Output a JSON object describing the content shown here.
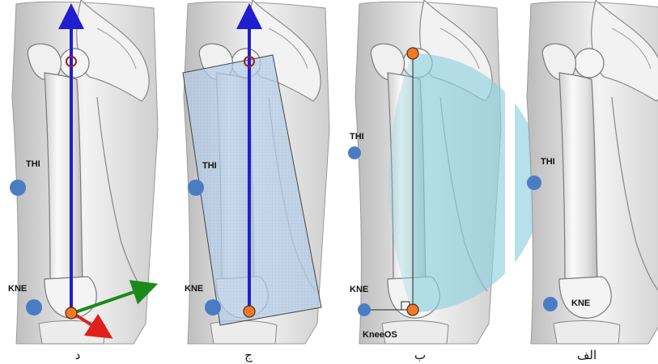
{
  "panels": [
    {
      "id": "d",
      "caption": "د",
      "labels": {
        "thi": "THI",
        "kne": "KNE"
      }
    },
    {
      "id": "j",
      "caption": "ج",
      "labels": {
        "thi": "THI",
        "kne": "KNE"
      }
    },
    {
      "id": "b",
      "caption": "ب",
      "labels": {
        "thi": "THI",
        "kne": "KNE",
        "kneeos": "KneeOS"
      }
    },
    {
      "id": "alef",
      "caption": "الف",
      "labels": {
        "thi": "THI",
        "kne": "KNE"
      }
    }
  ],
  "colors": {
    "marker_blue": "#4a7cc4",
    "marker_orange": "#f07a2a",
    "axis_blue": "#1f1fd0",
    "axis_green": "#1a8a1a",
    "axis_red": "#e0201a",
    "plane_fill": "#a9c7e8",
    "cone_fill": "#8fd0de",
    "bone_fill": "#eeeeee",
    "bone_stroke": "#7a7a7a"
  }
}
